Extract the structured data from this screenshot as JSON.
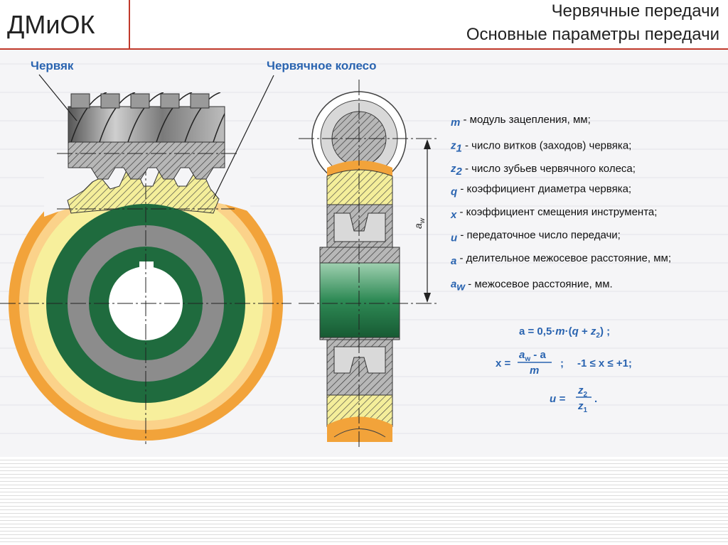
{
  "header": {
    "logo": "ДМиОК",
    "title_line1": "Червячные передачи",
    "title_line2": "Основные параметры передачи"
  },
  "labels": {
    "worm": "Червяк",
    "worm_wheel": "Червячное колесо",
    "aw_dim": "a",
    "aw_sub": "w"
  },
  "legend": [
    {
      "sym": "m",
      "sub": "",
      "text": " - модуль зацепления, мм;"
    },
    {
      "sym": "z",
      "sub": "1",
      "text": " -  число витков (заходов)  червяка;"
    },
    {
      "sym": "z",
      "sub": "2",
      "text": " - число зубьев червячного колеса;"
    },
    {
      "sym": "q",
      "sub": "",
      "text": " - коэффициент диаметра червяка;"
    },
    {
      "sym": "x",
      "sub": "",
      "text": " - коэффициент смещения инструмента;"
    },
    {
      "sym": "u",
      "sub": "",
      "text": " - передаточное число передачи;"
    },
    {
      "sym": "a",
      "sub": "",
      "text": " - делительное межосевое расстояние, мм;"
    },
    {
      "sym": "a",
      "sub": "w",
      "text": " - межосевое расстояние, мм."
    }
  ],
  "formulas": {
    "f1": {
      "a": "a = 0,5·",
      "m": "m",
      "b": "·(",
      "q": "q",
      "c": " + ",
      "z": "z",
      "sub": "2",
      "d": ") ;"
    },
    "f2": {
      "lhs": "x = ",
      "num_a": "a",
      "num_sub": "w",
      "num_rest": " - a",
      "den": "m",
      "sep": ";",
      "range": "-1 ≤ x ≤ +1;"
    },
    "f3": {
      "lhs": "u = ",
      "num": "z",
      "num_sub": "2",
      "den": "z",
      "den_sub": "1",
      "end": "."
    }
  },
  "colors": {
    "accent_red": "#c0392b",
    "label_blue": "#2a64b0",
    "orange": "#f2a33a",
    "light_orange": "#fbd28a",
    "yellow": "#f7ef9c",
    "green": "#1f6b3e",
    "gray": "#8c8c8c"
  }
}
